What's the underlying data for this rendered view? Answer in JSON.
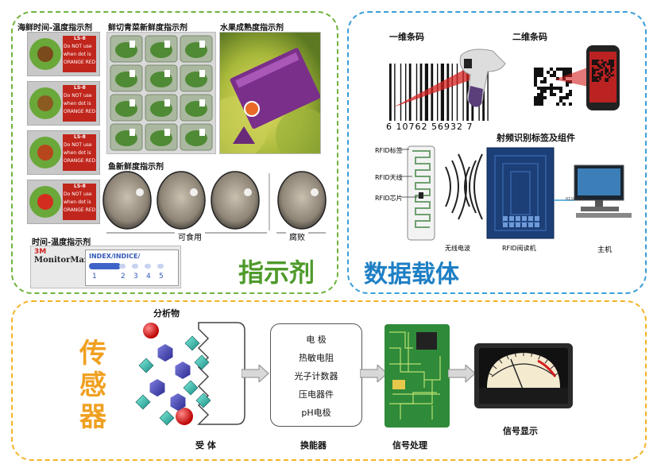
{
  "indicator": {
    "title": "指示剂",
    "labels": {
      "seafood_tti": "海鲜时间-温度指示剂",
      "fresh_cut": "鲜切青菜新鲜度指示剂",
      "fruit_ripeness": "水果成熟度指示剂",
      "fish_freshness": "鱼新鲜度指示剂",
      "tti": "时间-温度指示剂",
      "edible": "可食用",
      "rotten": "腐败"
    },
    "tti_label_code": "LS-8",
    "tti_warning": [
      "Do NOT use",
      "when dot is",
      "ORANGE RED"
    ],
    "monitormark": {
      "brand": "3M",
      "name": "MonitorMark",
      "index_text": "INDEX/INDICE/",
      "scale": [
        "1",
        "2",
        "3",
        "4",
        "5"
      ]
    }
  },
  "data_carrier": {
    "title": "数据载体",
    "barcode_1d": "一维条码",
    "barcode_2d": "二维条码",
    "barcode_digits": "6 10762 56932 7",
    "rfid_title": "射频识别标签及组件",
    "rfid_tag": "RFID标签",
    "rfid_antenna": "RFID天线",
    "rfid_chip": "RFID芯片",
    "radio_wave": "无线电波",
    "rfid_reader": "RFID阅读机",
    "host": "主机",
    "screen_code": "01100101..."
  },
  "sensor": {
    "title": "传感器",
    "analyte": "分析物",
    "receptor": "受 体",
    "transducer_items": [
      "电 极",
      "热敏电阻",
      "光子计数器",
      "压电器件",
      "pH电极"
    ],
    "transducer": "换能器",
    "signal_processing": "信号处理",
    "signal_display": "信号显示"
  },
  "colors": {
    "green": "#6fb33d",
    "blue": "#3a9ed8",
    "orange": "#f2b42c",
    "indicator_title": "#4e9a2a",
    "carrier_title": "#1e7fc4",
    "sensor_title": "#f0a020"
  }
}
